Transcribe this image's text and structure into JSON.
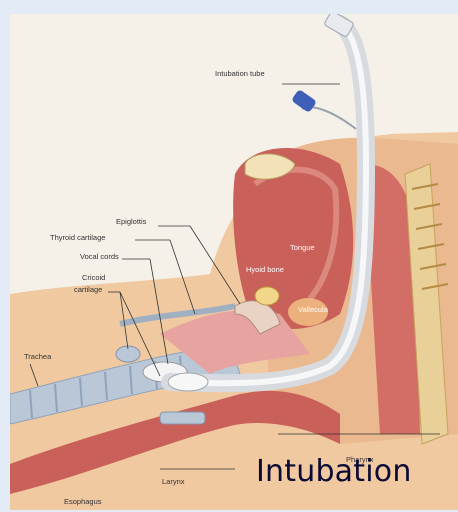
{
  "labels": {
    "intubation_tube": "Intubation tube",
    "epiglottis": "Epiglottis",
    "thyroid_cartilage": "Thyroid cartilage",
    "vocal_cords": "Vocal cords",
    "cricoid_cartilage_line1": "Cricoid",
    "cricoid_cartilage_line2": "cartilage",
    "tongue": "Tongue",
    "hyoid_bone": "Hyoid bone",
    "vallecula": "Vallecula",
    "trachea": "Trachea",
    "esophagus": "Esophagus",
    "larynx": "Larynx",
    "pharynx": "Pharynx"
  },
  "caption": "Intubation",
  "colors": {
    "skin": "#f0c9a0",
    "muscle": "#c9605a",
    "mucosa": "#e7a3a0",
    "cartilage": "#b9c7d6",
    "tube": "#dfe3e8",
    "cuff_connector": "#3d5fb8",
    "caption_text": "#0a0a35"
  }
}
